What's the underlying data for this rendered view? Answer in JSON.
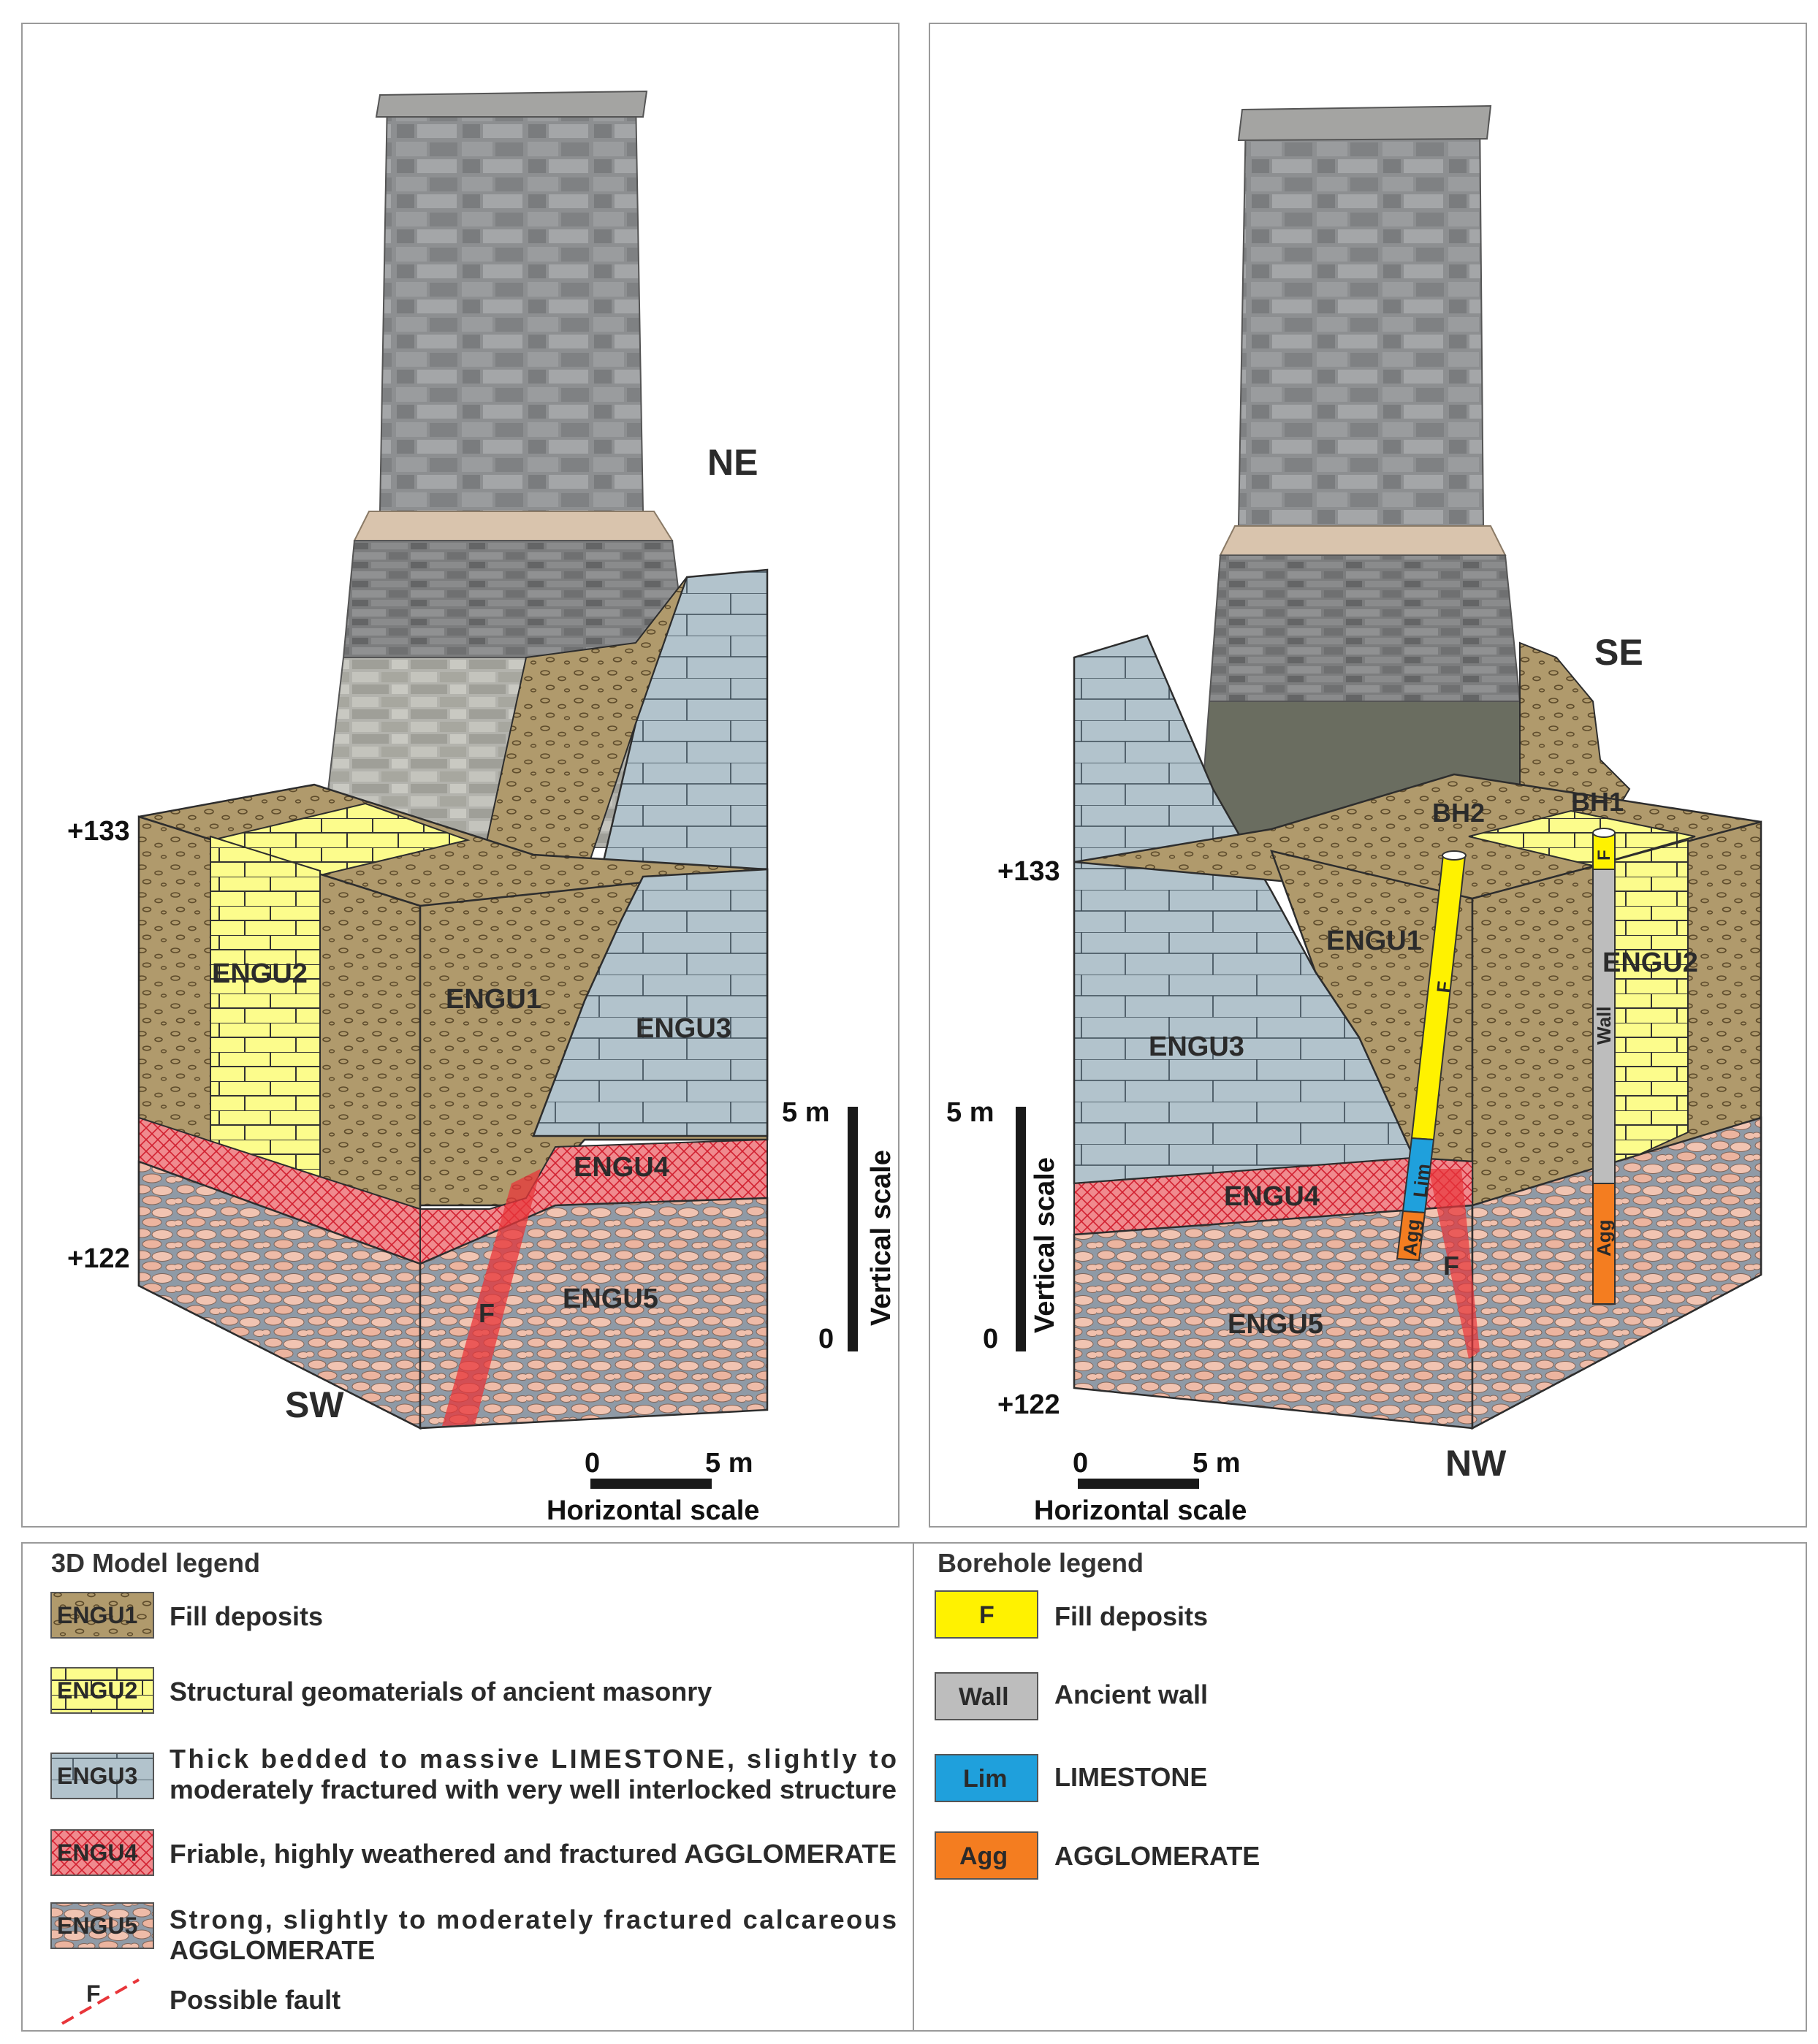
{
  "panels": {
    "left": {
      "compass_top": "NE",
      "compass_bottom": "SW",
      "elev_top": "+133",
      "elev_bottom": "+122",
      "units": {
        "u1": "ENGU1",
        "u2": "ENGU2",
        "u3": "ENGU3",
        "u4": "ENGU4",
        "u5": "ENGU5"
      },
      "fault": "F",
      "vscale": {
        "top": "5 m",
        "bottom": "0",
        "label": "Vertical scale"
      },
      "hscale": {
        "left": "0",
        "right": "5 m",
        "label": "Horizontal scale"
      }
    },
    "right": {
      "compass_top": "SE",
      "compass_bottom": "NW",
      "elev_top": "+133",
      "elev_bottom": "+122",
      "units": {
        "u1": "ENGU1",
        "u2": "ENGU2",
        "u3": "ENGU3",
        "u4": "ENGU4",
        "u5": "ENGU5"
      },
      "fault": "F",
      "boreholes": {
        "bh1": {
          "name": "BH1",
          "segments": [
            "F",
            "Wall",
            "Agg"
          ]
        },
        "bh2": {
          "name": "BH2",
          "segments": [
            "F",
            "Lim",
            "Agg"
          ]
        }
      },
      "vscale": {
        "top": "5 m",
        "bottom": "0",
        "label": "Vertical scale"
      },
      "hscale": {
        "left": "0",
        "right": "5 m",
        "label": "Horizontal scale"
      }
    }
  },
  "legend_3d": {
    "title": "3D Model legend",
    "items": [
      {
        "code": "ENGU1",
        "lines": [
          "Fill deposits"
        ]
      },
      {
        "code": "ENGU2",
        "lines": [
          "Structural geomaterials of ancient masonry"
        ]
      },
      {
        "code": "ENGU3",
        "lines": [
          "Thick bedded to massive LIMESTONE, slightly to",
          "moderately fractured with very well interlocked structure"
        ]
      },
      {
        "code": "ENGU4",
        "lines": [
          "Friable, highly weathered and fractured AGGLOMERATE"
        ]
      },
      {
        "code": "ENGU5",
        "lines": [
          "Strong, slightly to moderately fractured calcareous",
          "AGGLOMERATE"
        ]
      }
    ],
    "fault": {
      "code": "F",
      "text": "Possible fault"
    }
  },
  "legend_borehole": {
    "title": "Borehole legend",
    "items": [
      {
        "code": "F",
        "text": "Fill deposits",
        "color": "#fff200"
      },
      {
        "code": "Wall",
        "text": "Ancient wall",
        "color": "#bdbdbd"
      },
      {
        "code": "Lim",
        "text": "LIMESTONE",
        "color": "#1fa0dc"
      },
      {
        "code": "Agg",
        "text": "AGGLOMERATE",
        "color": "#f47d20"
      }
    ]
  },
  "colors": {
    "fill_deposit": "#b09a6c",
    "masonry": "#fcfc8c",
    "limestone": "#b2c3cc",
    "weathered": "#e8636b",
    "agglomerate": "#e7b4a2",
    "tower_stone": "#8c8c8c"
  }
}
